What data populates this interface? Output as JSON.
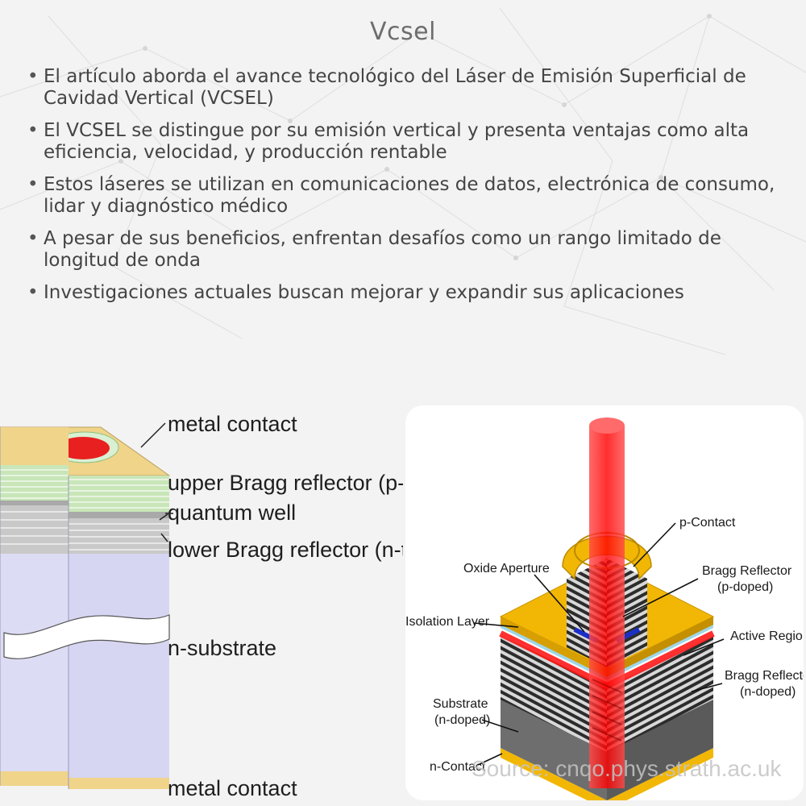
{
  "title": "Vcsel",
  "bullets": [
    "El artículo aborda el avance tecnológico del Láser de Emisión Superficial de Cavidad Vertical (VCSEL)",
    "El VCSEL se distingue por su emisión vertical y presenta ventajas como alta eficiencia, velocidad, y producción rentable",
    "Estos láseres se utilizan en comunicaciones de datos, electrónica de consumo, lidar y diagnóstico médico",
    "A pesar de sus beneficios, enfrentan desafíos como un rango limitado de longitud de onda",
    "Investigaciones actuales buscan mejorar y expandir sus aplicaciones"
  ],
  "left_diagram": {
    "labels": {
      "metal_contact_top": "metal contact",
      "upper_bragg": "upper Bragg reflector (p-type)",
      "quantum_well": "quantum well",
      "lower_bragg": "lower Bragg reflector (n-type)",
      "n_substrate": "n-substrate",
      "metal_contact_bottom": "metal contact"
    },
    "colors": {
      "metal": "#f0d48a",
      "upper_bragg": "#c8e6b8",
      "lower_bragg": "#c9c9c9",
      "substrate": "#dcdcf4",
      "emission": "#e82020"
    }
  },
  "right_diagram": {
    "labels": {
      "p_contact": "p-Contact",
      "oxide_aperture": "Oxide Aperture",
      "bragg_p": "Bragg Reflector",
      "bragg_p_sub": "(p-doped)",
      "isolation_layer": "Isolation Layer",
      "active_region": "Active Region",
      "bragg_n": "Bragg Reflector",
      "bragg_n_sub": "(n-doped)",
      "substrate": "Substrate",
      "substrate_sub": "(n-doped)",
      "n_contact": "n-Contact",
      "source": "Source: cnqo.phys.strath.ac.uk"
    },
    "colors": {
      "gold": "#f2b705",
      "laser": "#ff1a1a",
      "dark": "#3a3a3a",
      "isolation": "#9fd6e8",
      "oxide": "#1a2fc9"
    }
  }
}
